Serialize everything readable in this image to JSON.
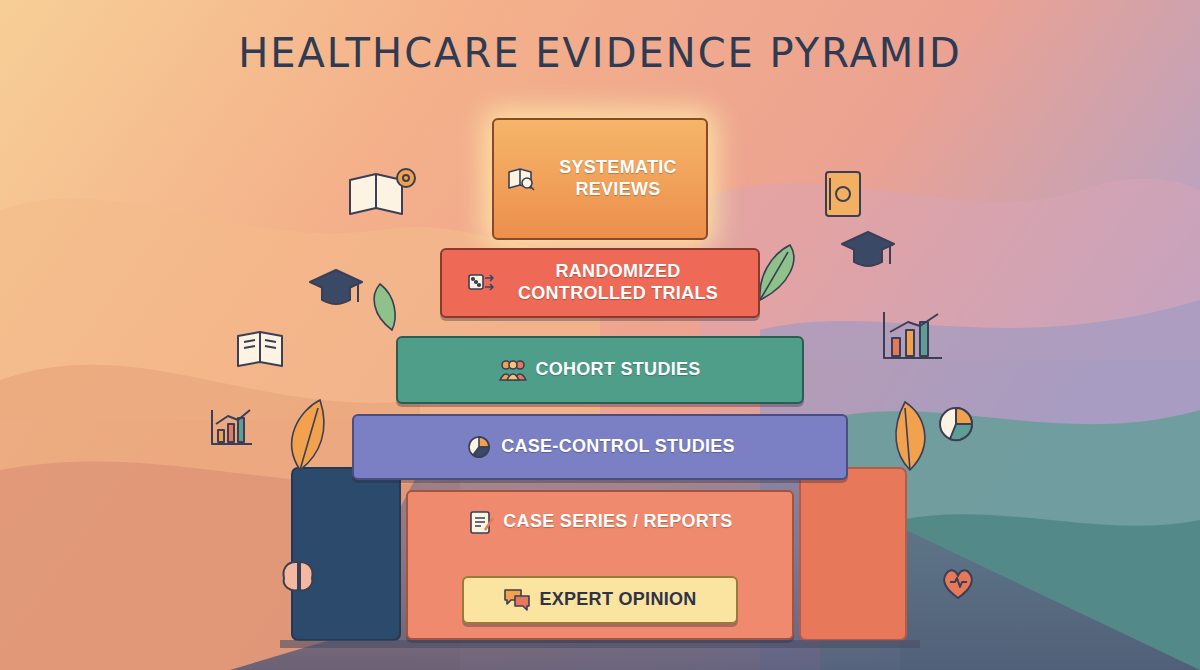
{
  "diagram": {
    "title": "HEALTHCARE EVIDENCE PYRAMID",
    "nodes": [
      {
        "text": [
          "SYSTEMATIC REVIEWS"
        ]
      },
      {
        "text": [
          "RANDOMIZED CONTROLLED TRIALS"
        ]
      },
      {
        "text": [
          "COHORT STUDIES"
        ]
      },
      {
        "text": [
          "CASE-CONTROL STUDIES"
        ]
      },
      {
        "text": [
          "CASE SERIES / REPORTS"
        ]
      },
      {
        "text": [
          "EXPERT OPINION"
        ],
        "in": 4
      }
    ]
  }
}
